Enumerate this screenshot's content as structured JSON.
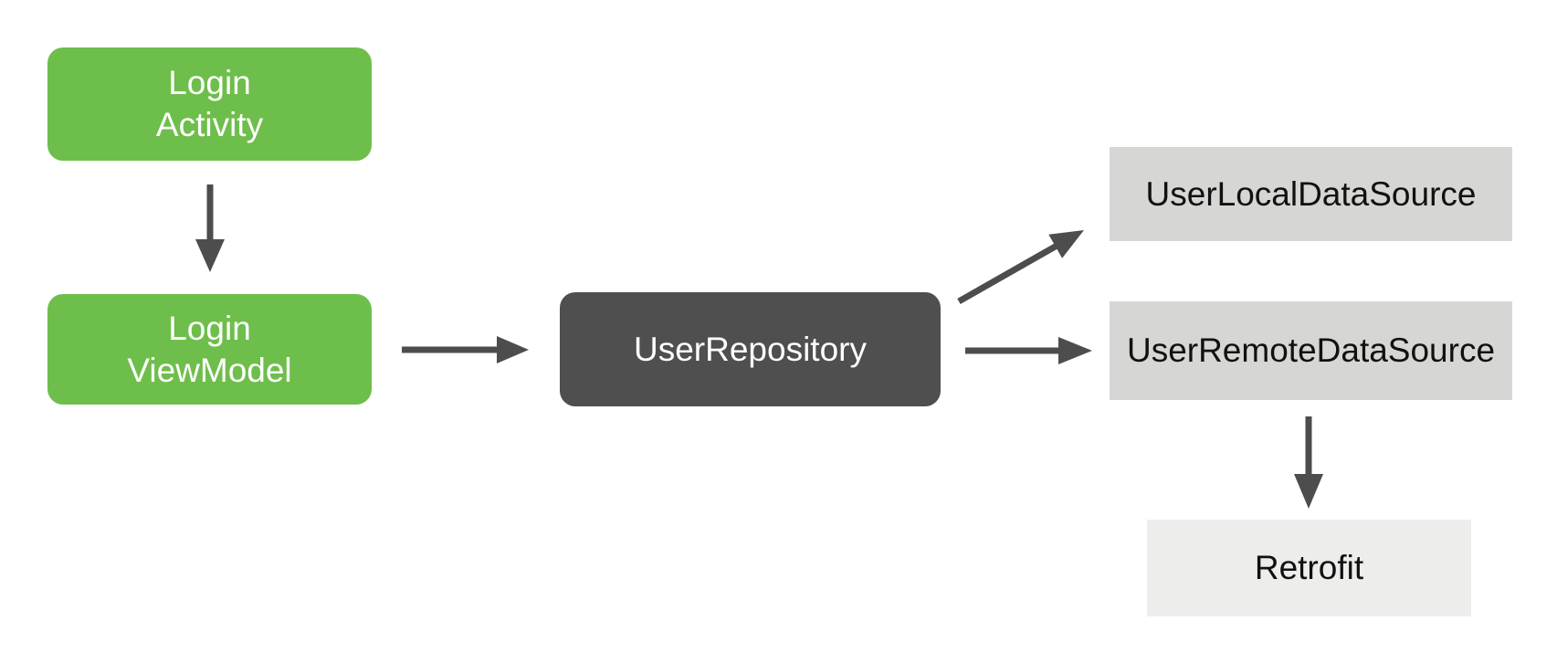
{
  "colors": {
    "green": "#6EBE4B",
    "dark_gray": "#4F4F4F",
    "light_gray": "#D6D6D4",
    "lighter_gray": "#EDEDEB",
    "arrow": "#4D4D4D",
    "text_light": "#FFFFFF",
    "text_dark": "#111111",
    "background": "#FFFFFF"
  },
  "nodes": {
    "login_activity": {
      "line1": "Login",
      "line2": "Activity"
    },
    "login_viewmodel": {
      "line1": "Login",
      "line2": "ViewModel"
    },
    "user_repository": {
      "label": "UserRepository"
    },
    "user_local_data_source": {
      "label": "UserLocalDataSource"
    },
    "user_remote_data_source": {
      "label": "UserRemoteDataSource"
    },
    "retrofit": {
      "label": "Retrofit"
    }
  },
  "edges": [
    {
      "from": "login_activity",
      "to": "login_viewmodel"
    },
    {
      "from": "login_viewmodel",
      "to": "user_repository"
    },
    {
      "from": "user_repository",
      "to": "user_local_data_source"
    },
    {
      "from": "user_repository",
      "to": "user_remote_data_source"
    },
    {
      "from": "user_remote_data_source",
      "to": "retrofit"
    }
  ]
}
